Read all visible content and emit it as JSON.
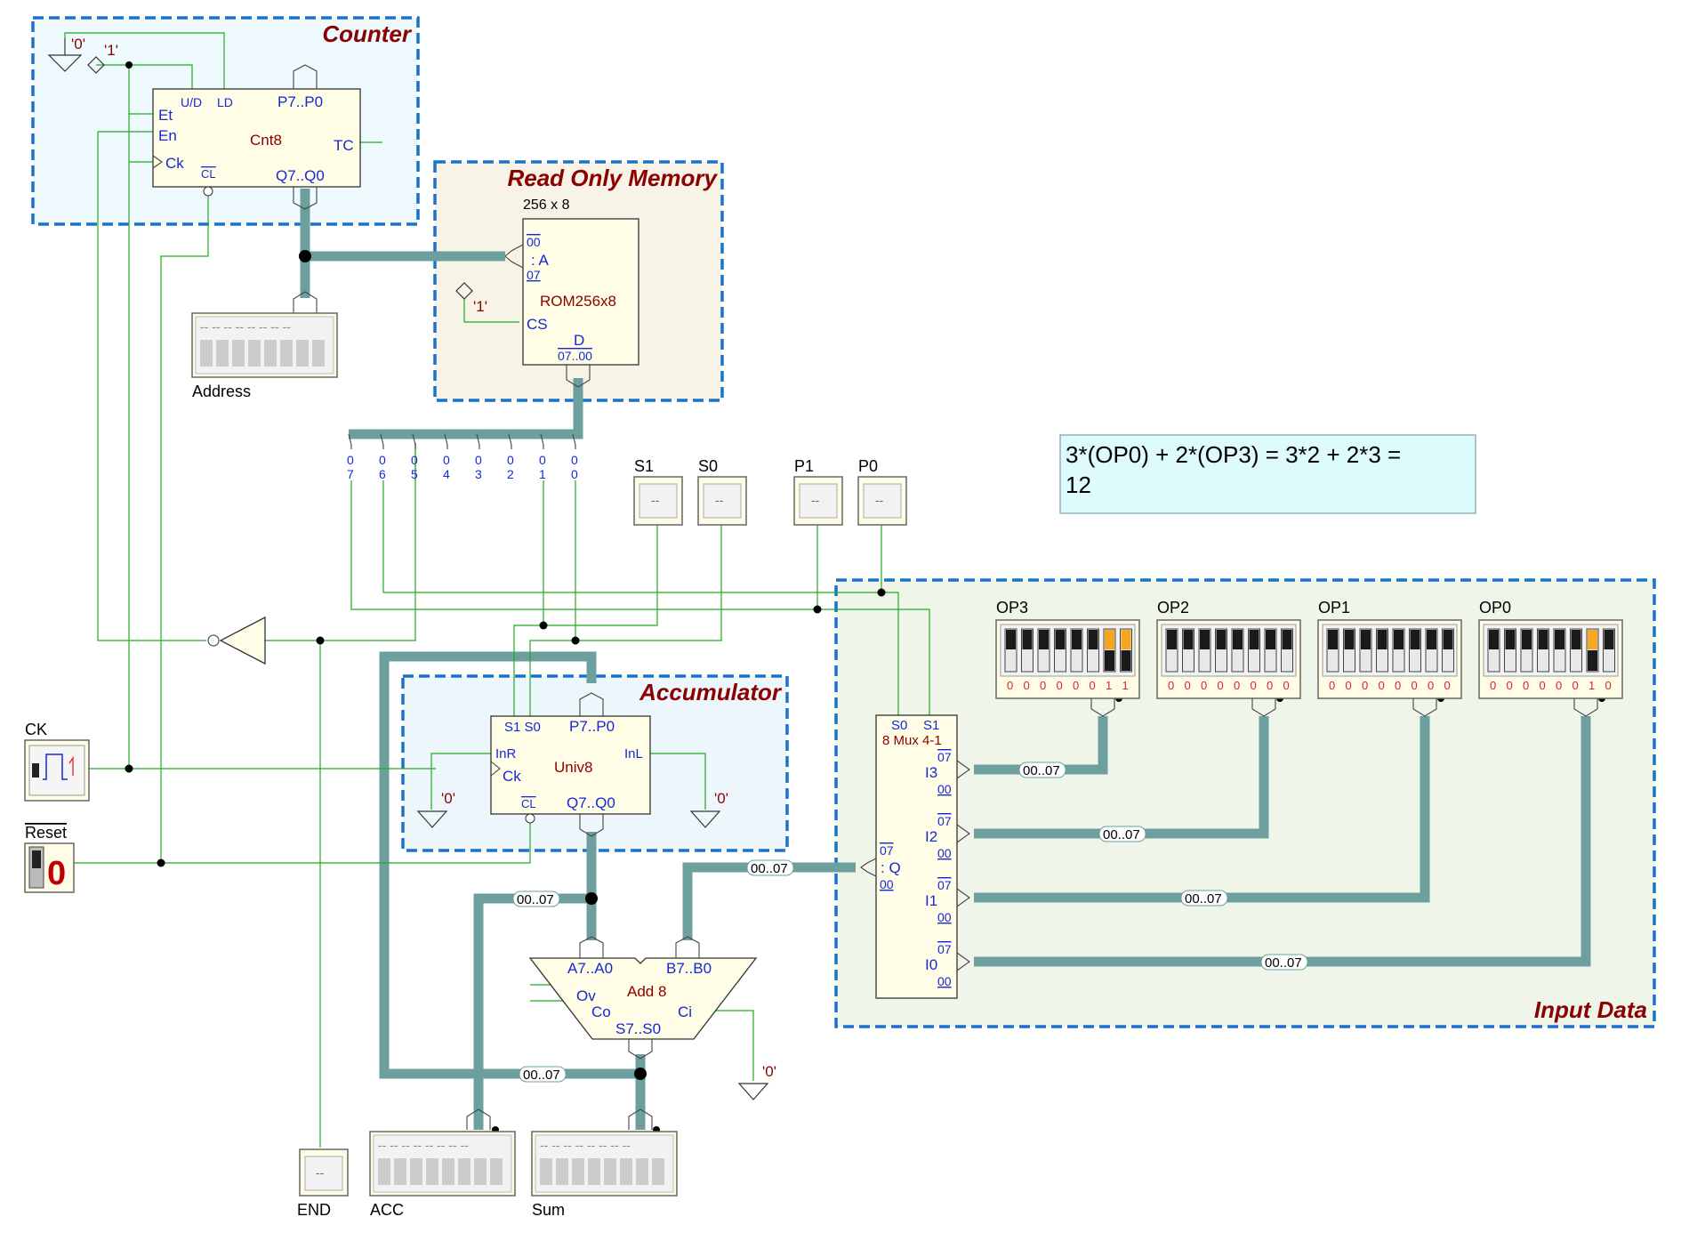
{
  "regions": {
    "counter": "Counter",
    "rom": "Read Only Memory",
    "accumulator": "Accumulator",
    "input_data": "Input Data"
  },
  "constants": {
    "zero": "'0'",
    "one": "'1'"
  },
  "counter_chip": {
    "name": "Cnt8",
    "et": "Et",
    "en": "En",
    "ck": "Ck",
    "ud": "U/D",
    "ld": "LD",
    "p_bus": "P7..P0",
    "tc": "TC",
    "cl": "CL",
    "q_bus": "Q7..Q0"
  },
  "rom_chip": {
    "size": "256 x 8",
    "name": "ROM256x8",
    "a_top": "00",
    "a_label": ": A",
    "a_bot": "07",
    "cs": "CS",
    "d_label": "D",
    "d_range": "07..00"
  },
  "accumulator_chip": {
    "name": "Univ8",
    "s1s0": "S1 S0",
    "p_bus": "P7..P0",
    "inr": "InR",
    "inl": "InL",
    "ck": "Ck",
    "cl": "CL",
    "q_bus": "Q7..Q0"
  },
  "adder_chip": {
    "name": "Add 8",
    "a_bus": "A7..A0",
    "b_bus": "B7..B0",
    "ov": "Ov",
    "co": "Co",
    "ci": "Ci",
    "s_bus": "S7..S0"
  },
  "mux_chip": {
    "name": "8 Mux 4-1",
    "s0": "S0",
    "s1": "S1",
    "inputs": [
      "I3",
      "I2",
      "I1",
      "I0"
    ],
    "top": "07",
    "bot": "00",
    "q": ": Q"
  },
  "rom_bits": [
    {
      "top": "0",
      "bot": "7"
    },
    {
      "top": "0",
      "bot": "6"
    },
    {
      "top": "0",
      "bot": "5"
    },
    {
      "top": "0",
      "bot": "4"
    },
    {
      "top": "0",
      "bot": "3"
    },
    {
      "top": "0",
      "bot": "2"
    },
    {
      "top": "0",
      "bot": "1"
    },
    {
      "top": "0",
      "bot": "0"
    }
  ],
  "bus_labels": {
    "i3": "00..07",
    "i2": "00..07",
    "i1": "00..07",
    "i0": "00..07",
    "mux_out": "00..07",
    "acc_fb": "00..07",
    "sum_fb": "00..07"
  },
  "displays": {
    "address": "Address",
    "acc": "ACC",
    "sum": "Sum",
    "end": "END",
    "end_value": "--",
    "hex_dashes": "-- -- -- -- -- -- -- --"
  },
  "inputs": {
    "ck": "CK",
    "reset": "Reset",
    "reset_value": "0",
    "s1": "S1",
    "s0": "S0",
    "p1": "P1",
    "p0": "P0",
    "probe_value": "--"
  },
  "dip_switches": [
    {
      "label": "OP3",
      "bits": [
        "0",
        "0",
        "0",
        "0",
        "0",
        "0",
        "1",
        "1"
      ]
    },
    {
      "label": "OP2",
      "bits": [
        "0",
        "0",
        "0",
        "0",
        "0",
        "0",
        "0",
        "0"
      ]
    },
    {
      "label": "OP1",
      "bits": [
        "0",
        "0",
        "0",
        "0",
        "0",
        "0",
        "0",
        "0"
      ]
    },
    {
      "label": "OP0",
      "bits": [
        "0",
        "0",
        "0",
        "0",
        "0",
        "0",
        "1",
        "0"
      ]
    }
  ],
  "note": {
    "line1": "3*(OP0) + 2*(OP3) = 3*2 + 2*3 =",
    "line2": "12"
  }
}
